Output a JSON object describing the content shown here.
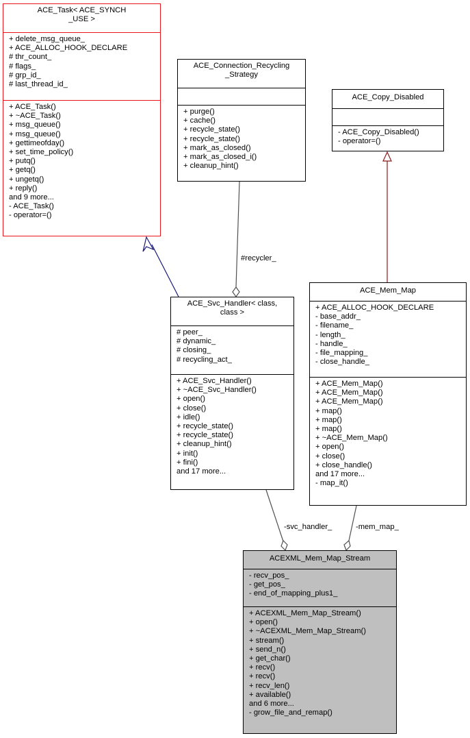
{
  "classes": {
    "ace_task": {
      "title_line1": "ACE_Task< ACE_SYNCH",
      "title_line2": "_USE >",
      "attributes": [
        "+ delete_msg_queue_",
        "+ ACE_ALLOC_HOOK_DECLARE",
        "# thr_count_",
        "# flags_",
        "# grp_id_",
        "# last_thread_id_"
      ],
      "methods": [
        "+ ACE_Task()",
        "+ ~ACE_Task()",
        "+ msg_queue()",
        "+ msg_queue()",
        "+ gettimeofday()",
        "+ set_time_policy()",
        "+ putq()",
        "+ getq()",
        "+ ungetq()",
        "+ reply()",
        "and 9 more...",
        "- ACE_Task()",
        "- operator=()"
      ]
    },
    "ace_connection_recycling_strategy": {
      "title_line1": "ACE_Connection_Recycling",
      "title_line2": "_Strategy",
      "attributes": [],
      "methods": [
        "+ purge()",
        "+ cache()",
        "+ recycle_state()",
        "+ recycle_state()",
        "+ mark_as_closed()",
        "+ mark_as_closed_i()",
        "+ cleanup_hint()"
      ]
    },
    "ace_copy_disabled": {
      "title_line1": "ACE_Copy_Disabled",
      "attributes": [],
      "methods": [
        "- ACE_Copy_Disabled()",
        "- operator=()"
      ]
    },
    "ace_svc_handler": {
      "title_line1": "ACE_Svc_Handler< class,",
      "title_line2": "class >",
      "attributes": [
        "# peer_",
        "# dynamic_",
        "# closing_",
        "# recycling_act_"
      ],
      "methods": [
        "+ ACE_Svc_Handler()",
        "+ ~ACE_Svc_Handler()",
        "+ open()",
        "+ close()",
        "+ idle()",
        "+ recycle_state()",
        "+ recycle_state()",
        "+ cleanup_hint()",
        "+ init()",
        "+ fini()",
        "and 17 more..."
      ]
    },
    "ace_mem_map": {
      "title_line1": "ACE_Mem_Map",
      "attributes": [
        "+ ACE_ALLOC_HOOK_DECLARE",
        "- base_addr_",
        "- filename_",
        "- length_",
        "- handle_",
        "- file_mapping_",
        "- close_handle_"
      ],
      "methods": [
        "+ ACE_Mem_Map()",
        "+ ACE_Mem_Map()",
        "+ ACE_Mem_Map()",
        "+ map()",
        "+ map()",
        "+ map()",
        "+ ~ACE_Mem_Map()",
        "+ open()",
        "+ close()",
        "+ close_handle()",
        "and 17 more...",
        "- map_it()"
      ]
    },
    "acexml_mem_map_stream": {
      "title_line1": "ACEXML_Mem_Map_Stream",
      "attributes": [
        "- recv_pos_",
        "- get_pos_",
        "- end_of_mapping_plus1_"
      ],
      "methods": [
        "+ ACEXML_Mem_Map_Stream()",
        "+ open()",
        "+ ~ACEXML_Mem_Map_Stream()",
        "+ stream()",
        "+ send_n()",
        "+ get_char()",
        "+ recv()",
        "+ recv()",
        "+ recv_len()",
        "+ available()",
        "and 6 more...",
        "- grow_file_and_remap()"
      ]
    }
  },
  "edges": {
    "recycler_label": "#recycler_",
    "svc_handler_label": "-svc_handler_",
    "mem_map_label": "-mem_map_"
  },
  "colors": {
    "template_border": "#e8141a",
    "public_inheritance": "#1a1a7a",
    "private_inheritance": "#8b1a1a",
    "usage": "#505050",
    "focus_fill": "#bfbfbf"
  }
}
